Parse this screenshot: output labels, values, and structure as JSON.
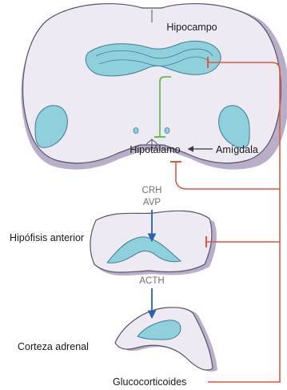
{
  "labels": {
    "hippocampus": "Hipocampo",
    "hypothalamus": "Hipotálamo",
    "amygdala": "Amígdala",
    "crh": "CRH",
    "avp": "AVP",
    "pituitary": "Hipófisis anterior",
    "acth": "ACTH",
    "adrenal": "Corteza adrenal",
    "glucocorticoids": "Glucocorticoides"
  },
  "colors": {
    "tissue_fill": "#edeaf3",
    "tissue_shadow": "#b9aec9",
    "tissue_outline": "#5a5266",
    "structure_fill": "#8fd0dc",
    "structure_outline": "#3d7f93",
    "arrow_blue": "#2a5fb3",
    "inhibit_green": "#6db85a",
    "feedback_red": "#e0573d",
    "arrow_dark": "#3a3a4a"
  }
}
